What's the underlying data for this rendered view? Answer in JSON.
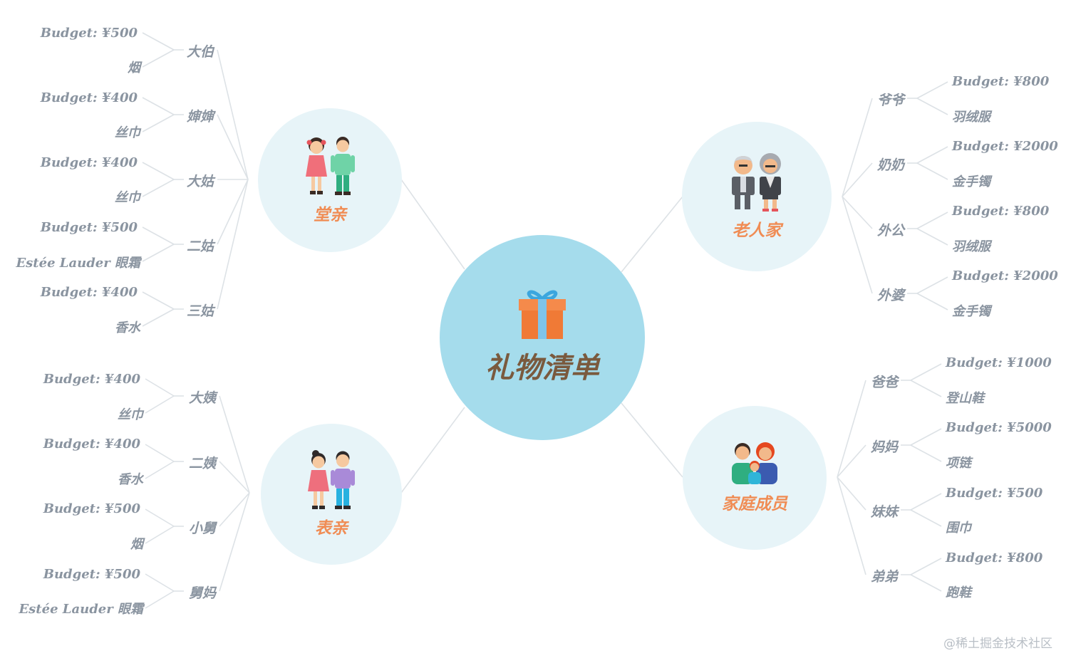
{
  "center": {
    "title": "礼物清单",
    "icon": "gift-box-icon"
  },
  "groups": [
    {
      "id": "tangqin",
      "title": "堂亲",
      "icon": "boy-girl-cousins-icon",
      "members": [
        {
          "name": "大伯",
          "budget": "Budget: ¥500",
          "gift": "烟"
        },
        {
          "name": "婶婶",
          "budget": "Budget: ¥400",
          "gift": "丝巾"
        },
        {
          "name": "大姑",
          "budget": "Budget: ¥400",
          "gift": "丝巾"
        },
        {
          "name": "二姑",
          "budget": "Budget: ¥500",
          "gift": "Estée Lauder 眼霜"
        },
        {
          "name": "三姑",
          "budget": "Budget: ¥400",
          "gift": "香水"
        }
      ]
    },
    {
      "id": "biaoqin",
      "title": "表亲",
      "icon": "boy-girl-relatives-icon",
      "members": [
        {
          "name": "大姨",
          "budget": "Budget: ¥400",
          "gift": "丝巾"
        },
        {
          "name": "二姨",
          "budget": "Budget: ¥400",
          "gift": "香水"
        },
        {
          "name": "小舅",
          "budget": "Budget: ¥500",
          "gift": "烟"
        },
        {
          "name": "舅妈",
          "budget": "Budget: ¥500",
          "gift": "Estée Lauder 眼霜"
        }
      ]
    },
    {
      "id": "laorenjia",
      "title": "老人家",
      "icon": "grandparents-icon",
      "members": [
        {
          "name": "爷爷",
          "budget": "Budget: ¥800",
          "gift": "羽绒服"
        },
        {
          "name": "奶奶",
          "budget": "Budget: ¥2000",
          "gift": "金手镯"
        },
        {
          "name": "外公",
          "budget": "Budget: ¥800",
          "gift": "羽绒服"
        },
        {
          "name": "外婆",
          "budget": "Budget: ¥2000",
          "gift": "金手镯"
        }
      ]
    },
    {
      "id": "jiating",
      "title": "家庭成员",
      "icon": "family-icon",
      "members": [
        {
          "name": "爸爸",
          "budget": "Budget: ¥1000",
          "gift": "登山鞋"
        },
        {
          "name": "妈妈",
          "budget": "Budget: ¥5000",
          "gift": "项链"
        },
        {
          "name": "妹妹",
          "budget": "Budget: ¥500",
          "gift": "围巾"
        },
        {
          "name": "弟弟",
          "budget": "Budget: ¥800",
          "gift": "跑鞋"
        }
      ]
    }
  ],
  "watermark": "@稀土掘金技术社区",
  "colors": {
    "center_fill": "#a5dcec",
    "group_fill": "#e7f4f8",
    "link": "#dde2e6",
    "center_text": "#7a5a3e",
    "group_text": "#f08c54",
    "leaf_text": "#8a94a0"
  }
}
